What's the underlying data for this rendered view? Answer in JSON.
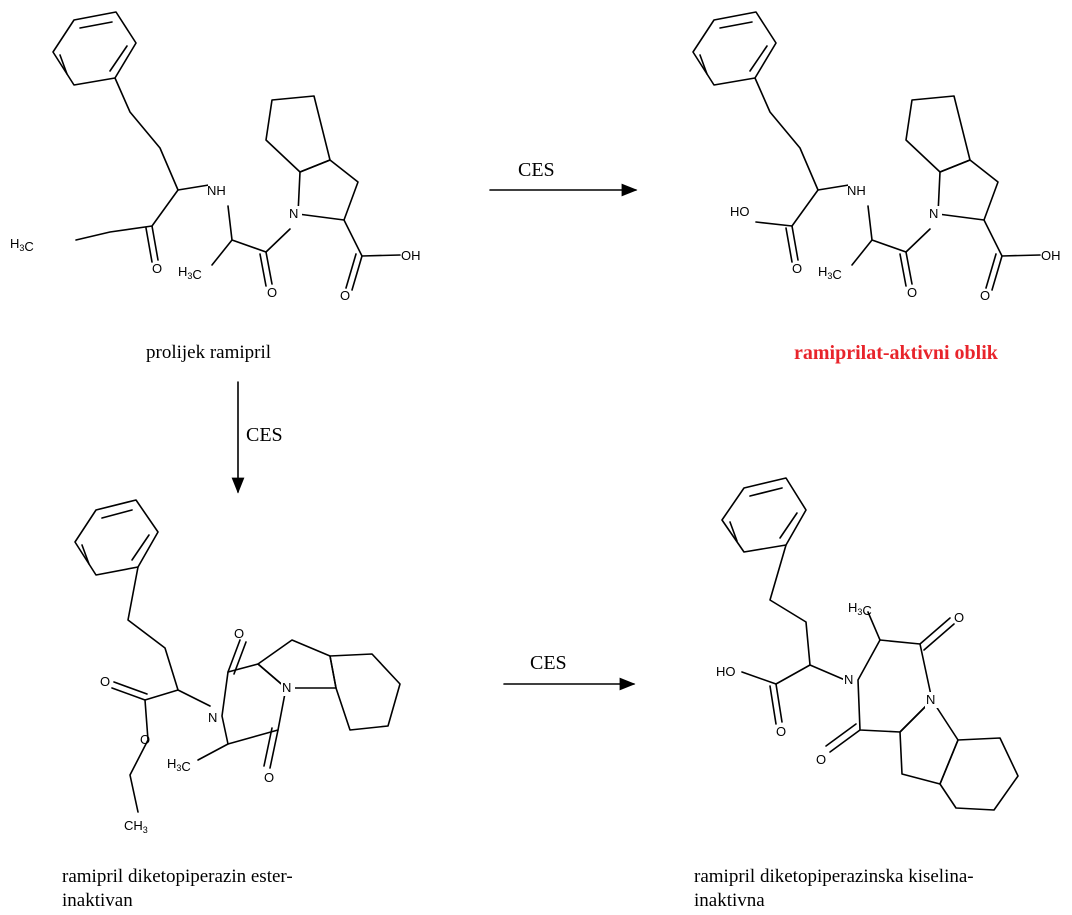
{
  "reagent": "CES",
  "colors": {
    "active_label": "#e8242b",
    "ink": "#000000"
  },
  "atoms": {
    "ethyl": "H3C",
    "methyl": "H3C",
    "amine": "H",
    "n": "N",
    "o": "O",
    "oh": "OH",
    "ho": "HO",
    "ch3": "CH3"
  },
  "compounds": {
    "ramipril": {
      "label": "prolijek ramipril"
    },
    "ramiprilat": {
      "label": "ramiprilat-aktivni oblik"
    },
    "dkp_ester": {
      "label_line1": "ramipril diketopiperazin ester-",
      "label_line2": "inaktivan"
    },
    "dkp_acid": {
      "label_line1": "ramipril diketopiperazinska kiselina-",
      "label_line2": "inaktivna"
    }
  }
}
